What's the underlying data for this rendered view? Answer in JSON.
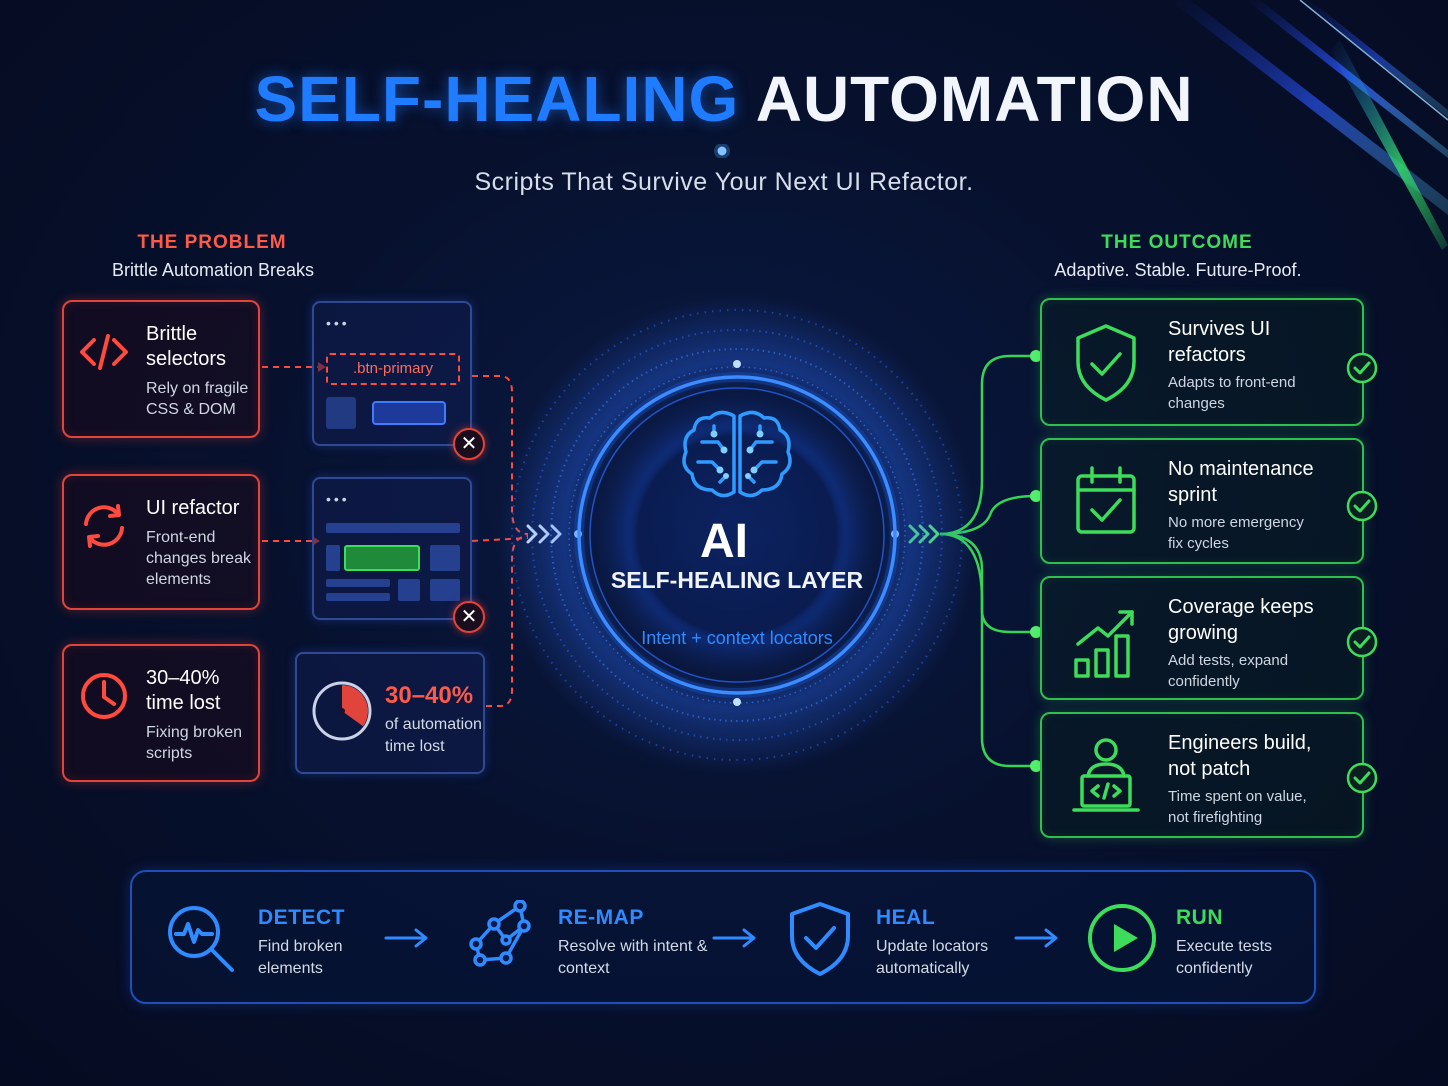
{
  "title": {
    "part1": "SELF-HEALING",
    "part2": "AUTOMATION"
  },
  "subtitle": "Scripts That Survive Your Next UI Refactor.",
  "problem": {
    "heading": "THE PROBLEM",
    "subheading": "Brittle Automation Breaks",
    "cards": [
      {
        "title": "Brittle selectors",
        "desc": "Rely on fragile CSS & DOM",
        "icon": "code-brackets-icon"
      },
      {
        "title": "UI refactor",
        "desc": "Front-end changes break elements",
        "icon": "refresh-icon"
      },
      {
        "title": "30–40% time lost",
        "desc": "Fixing broken scripts",
        "icon": "clock-icon"
      }
    ],
    "mock_selector": ".btn-primary",
    "mock_dots": "•••",
    "x_mark": "✕",
    "stat": {
      "value": "30–40%",
      "desc": "of automation time lost",
      "fraction": 0.35
    }
  },
  "center": {
    "ai": "AI",
    "layer": "SELF-HEALING LAYER",
    "caption": "Intent + context locators",
    "icon": "brain-circuit-icon"
  },
  "outcome": {
    "heading": "THE OUTCOME",
    "subheading": "Adaptive. Stable. Future-Proof.",
    "cards": [
      {
        "title": "Survives UI refactors",
        "desc": "Adapts to front-end changes",
        "icon": "shield-check-icon"
      },
      {
        "title": "No maintenance sprint",
        "desc": "No more emergency fix cycles",
        "icon": "calendar-check-icon"
      },
      {
        "title": "Coverage keeps growing",
        "desc": "Add tests, expand confidently",
        "icon": "growth-chart-icon"
      },
      {
        "title": "Engineers build, not patch",
        "desc": "Time spent on value, not firefighting",
        "icon": "engineer-laptop-icon"
      }
    ]
  },
  "process": [
    {
      "title": "DETECT",
      "desc": "Find broken elements",
      "icon": "magnifier-pulse-icon"
    },
    {
      "title": "RE-MAP",
      "desc": "Resolve with intent & context",
      "icon": "node-graph-icon"
    },
    {
      "title": "HEAL",
      "desc": "Update locators automatically",
      "icon": "shield-check-icon"
    },
    {
      "title": "RUN",
      "desc": "Execute tests confidently",
      "icon": "play-circle-icon"
    }
  ],
  "colors": {
    "problem": "#ff5a48",
    "outcome": "#3ddc5a",
    "accent": "#1f7bff",
    "background": "#050b21"
  }
}
